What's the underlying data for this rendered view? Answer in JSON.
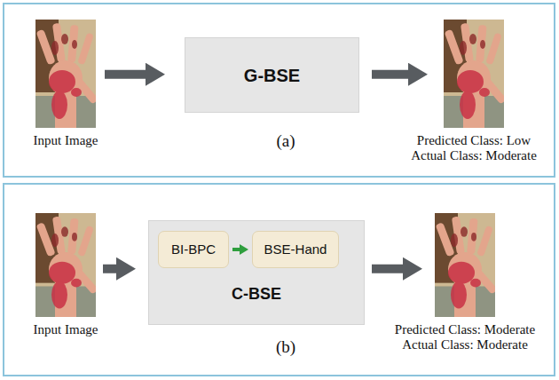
{
  "diagram": {
    "nodes": [
      {
        "text": [
          "(a)"
        ]
      },
      {
        "text": [
          "Input Image"
        ],
        "in": 0
      },
      {
        "text": [
          "G-BSE"
        ],
        "in": 0
      },
      {
        "text": [
          "Predicted Class: Low",
          "Actual Class: Moderate"
        ],
        "in": 0
      },
      {
        "text": [
          "(b)"
        ]
      },
      {
        "text": [
          "Input Image"
        ],
        "in": 4
      },
      {
        "text": [
          "C-BSE"
        ],
        "in": 4
      },
      {
        "text": [
          "BI-BPC"
        ],
        "in": 6
      },
      {
        "text": [
          "BSE-Hand"
        ],
        "in": 6
      },
      {
        "text": [
          "Predicted Class: Moderate",
          "Actual Class: Moderate"
        ],
        "in": 4
      }
    ],
    "edges": [
      {
        "from": 1,
        "to": 2,
        "arrow": "to"
      },
      {
        "from": 2,
        "to": 3,
        "arrow": "to"
      },
      {
        "from": 5,
        "to": 6,
        "arrow": "to"
      },
      {
        "from": 7,
        "to": 8,
        "arrow": "to"
      },
      {
        "from": 6,
        "to": 9,
        "arrow": "to"
      }
    ]
  }
}
